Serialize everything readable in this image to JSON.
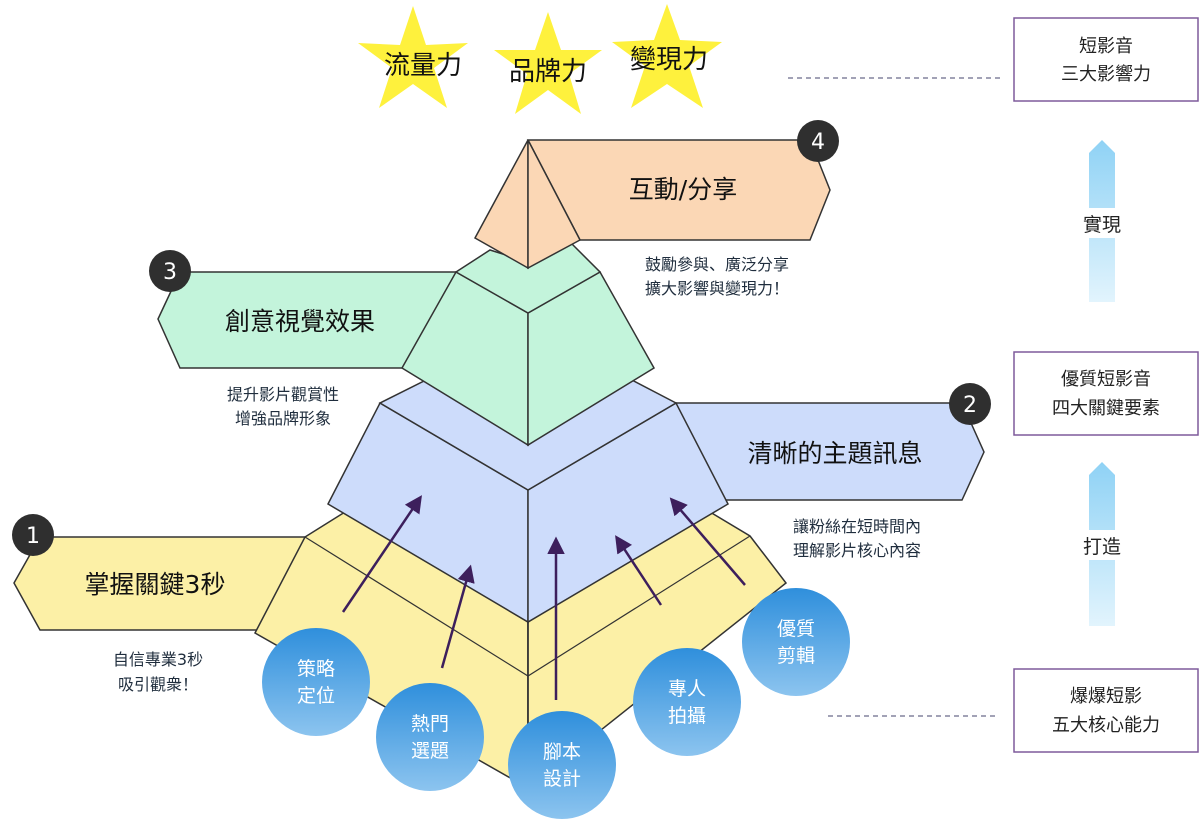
{
  "stars": [
    {
      "label": "流量力"
    },
    {
      "label": "品牌力"
    },
    {
      "label": "變現力"
    }
  ],
  "levels": [
    {
      "number": "1",
      "title": "掌握關鍵3秒",
      "desc": [
        "自信專業3秒",
        "吸引觀衆！"
      ]
    },
    {
      "number": "2",
      "title": "清晰的主題訊息",
      "desc": [
        "讓粉絲在短時間內",
        "理解影片核心內容"
      ]
    },
    {
      "number": "3",
      "title": "創意視覺效果",
      "desc": [
        "提升影片觀賞性",
        "增強品牌形象"
      ]
    },
    {
      "number": "4",
      "title": "互動/分享",
      "desc": [
        "鼓勵參與、廣泛分享",
        "擴大影響與變現力！"
      ]
    }
  ],
  "skills": [
    {
      "lines": [
        "策略",
        "定位"
      ]
    },
    {
      "lines": [
        "熱門",
        "選題"
      ]
    },
    {
      "lines": [
        "腳本",
        "設計"
      ]
    },
    {
      "lines": [
        "專人",
        "拍攝"
      ]
    },
    {
      "lines": [
        "優質",
        "剪輯"
      ]
    }
  ],
  "side_boxes": [
    {
      "lines": [
        "短影音",
        "三大影響力"
      ]
    },
    {
      "lines": [
        "優質短影音",
        "四大關鍵要素"
      ]
    },
    {
      "lines": [
        "爆爆短影",
        "五大核心能力"
      ]
    }
  ],
  "side_arrows": [
    {
      "label": "實現"
    },
    {
      "label": "打造"
    }
  ],
  "colors": {
    "yellow": "#fcf0a6",
    "blue": "#cddcfb",
    "green": "#c3f4db",
    "orange": "#fbd7b5",
    "star": "#fef13d",
    "circle": "#4ea6e6",
    "badge": "#2f2f2f",
    "arrow": "#3d1f5c",
    "side_border": "#7e5a9b"
  }
}
